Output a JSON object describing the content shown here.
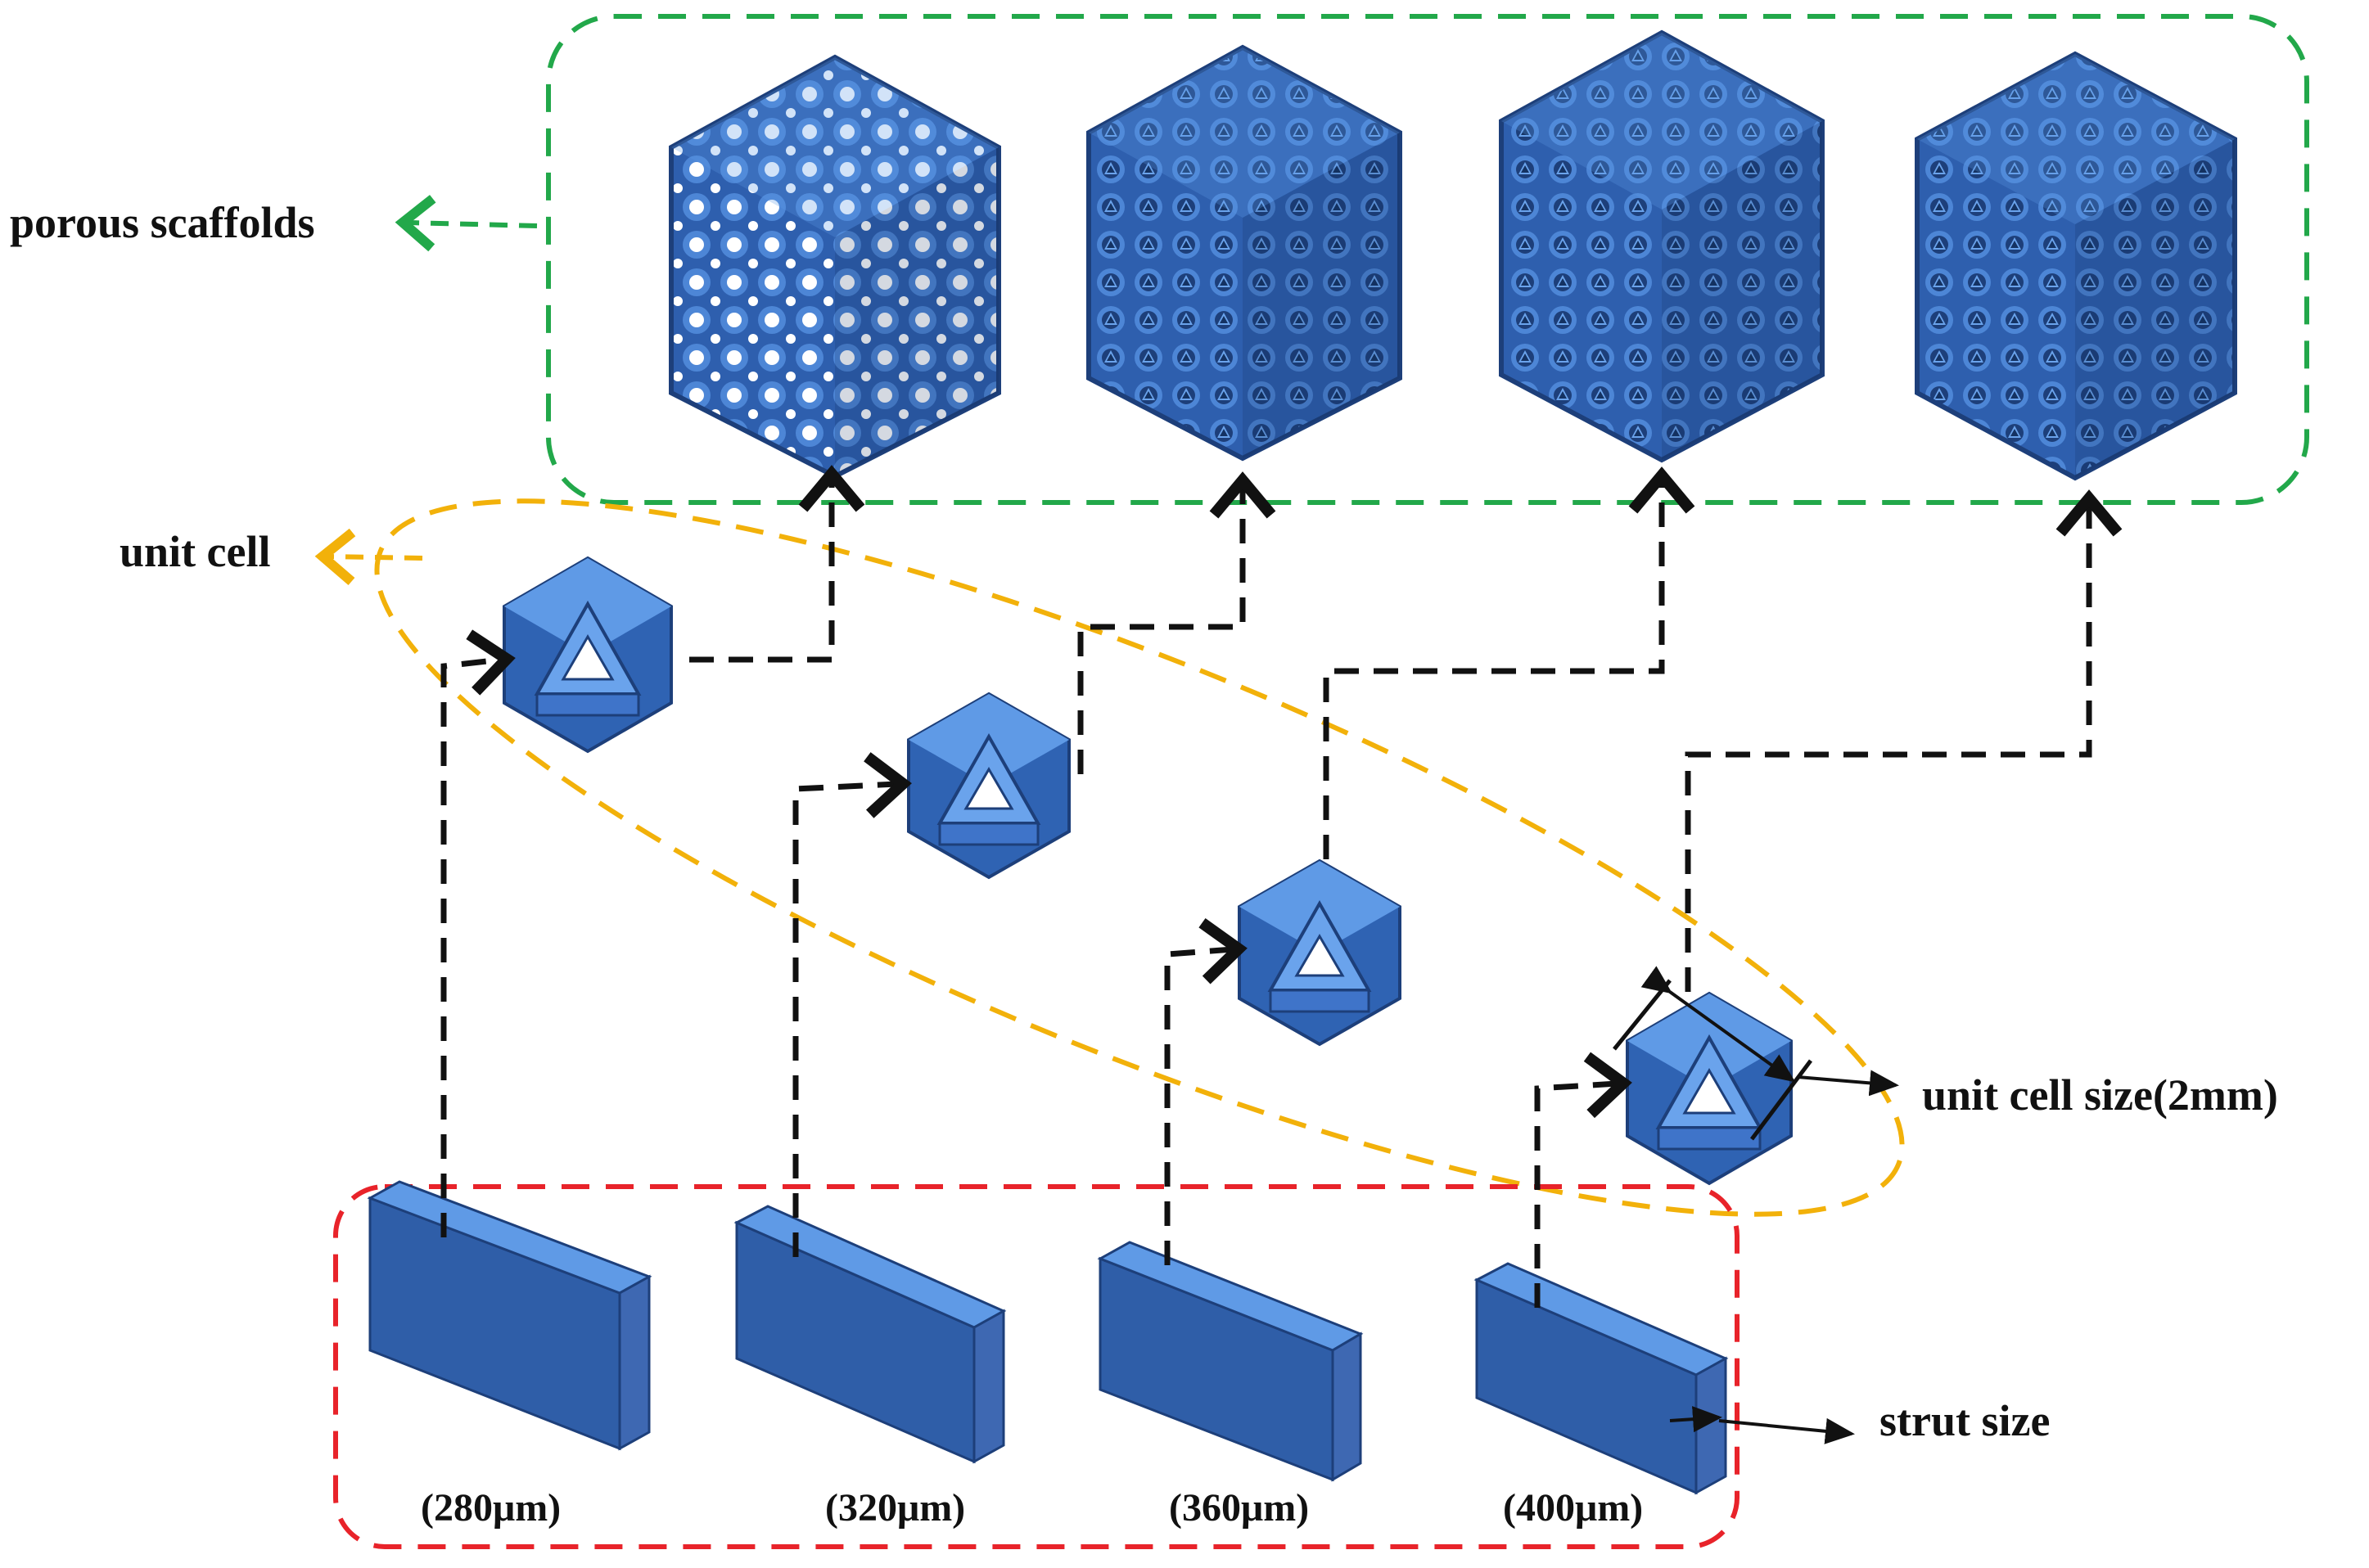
{
  "labels": {
    "porous_scaffolds": "porous scaffolds",
    "unit_cell": "unit cell",
    "unit_cell_size": "unit cell size(2mm)",
    "strut_size": "strut size"
  },
  "struts": [
    {
      "size_label": "(280μm)"
    },
    {
      "size_label": "(320μm)"
    },
    {
      "size_label": "(360μm)"
    },
    {
      "size_label": "(400μm)"
    }
  ],
  "colors": {
    "scaffold_group_outline": "#22a84a",
    "unit_cell_group_outline": "#f2b10a",
    "strut_group_outline": "#e8232a",
    "connector": "#111111",
    "blue_dark": "#2b5aa8",
    "blue_mid": "#3f74c9",
    "blue_light": "#5f9ae6"
  }
}
